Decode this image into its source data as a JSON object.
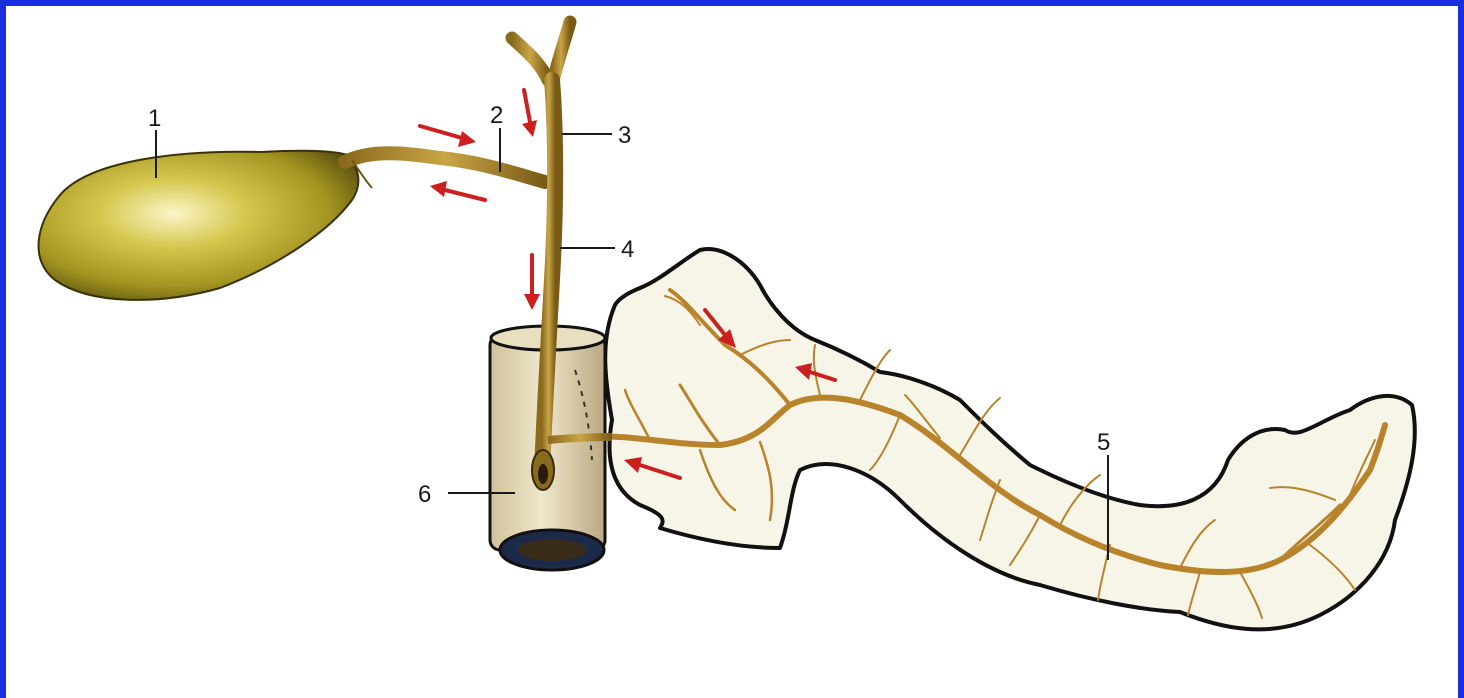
{
  "diagram": {
    "labels": {
      "gallbladder": "1",
      "cystic_duct": "2",
      "hepatic_duct": "3",
      "common_bile_duct": "4",
      "pancreatic_duct": "5",
      "duodenum": "6"
    },
    "colors": {
      "frame_border": "#1a2ee0",
      "background": "#ffffff",
      "gallbladder": "#b5a62a",
      "duct": "#a8842a",
      "pancreas_fill": "#f7f5e8",
      "pancreas_outline": "#111111",
      "pancreatic_duct": "#c08a30",
      "flow_arrows": "#cc1f1f",
      "duodenum": "#ddd2ad"
    }
  }
}
